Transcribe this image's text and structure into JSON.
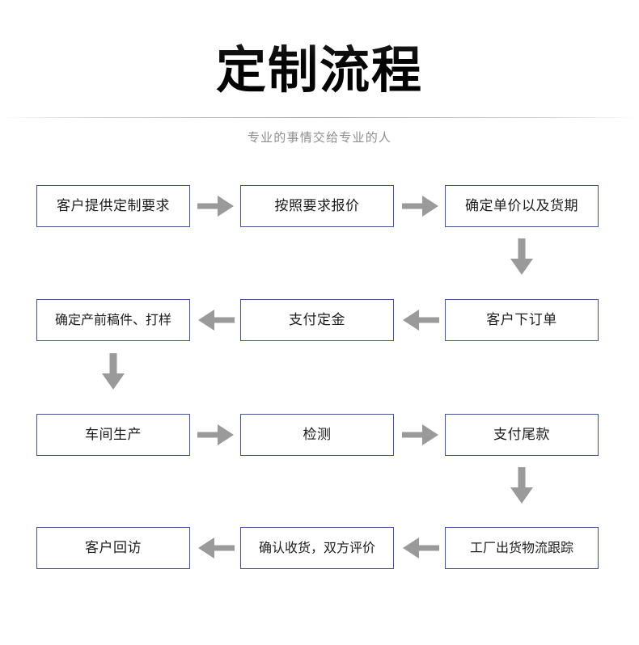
{
  "header": {
    "title": "定制流程",
    "subtitle": "专业的事情交给专业的人"
  },
  "colors": {
    "node_border": "#42578f",
    "node_background": "#ffffff",
    "arrow": "#9a9a9a",
    "title_text": "#000000",
    "subtitle_text": "#8d8d8d",
    "page_background": "#ffffff"
  },
  "flow": {
    "rows": [
      {
        "direction": "left-to-right",
        "nodes": [
          {
            "label": "客户提供定制要求"
          },
          {
            "label": "按照要求报价"
          },
          {
            "label": "确定单价以及货期"
          }
        ],
        "arrows": [
          "arrow-right-icon",
          "arrow-right-icon"
        ]
      },
      {
        "direction": "right-to-left",
        "nodes": [
          {
            "label": "确定产前稿件、打样"
          },
          {
            "label": "支付定金"
          },
          {
            "label": "客户下订单"
          }
        ],
        "arrows": [
          "arrow-left-icon",
          "arrow-left-icon"
        ]
      },
      {
        "direction": "left-to-right",
        "nodes": [
          {
            "label": "车间生产"
          },
          {
            "label": "检测"
          },
          {
            "label": "支付尾款"
          }
        ],
        "arrows": [
          "arrow-right-icon",
          "arrow-right-icon"
        ]
      },
      {
        "direction": "right-to-left",
        "nodes": [
          {
            "label": "客户回访"
          },
          {
            "label": "确认收货，双方评价"
          },
          {
            "label": "工厂出货物流跟踪"
          }
        ],
        "arrows": [
          "arrow-left-icon",
          "arrow-left-icon"
        ]
      }
    ],
    "connectors": [
      {
        "icon": "arrow-down-icon",
        "from_row": 1,
        "to_row": 2,
        "column": "right"
      },
      {
        "icon": "arrow-down-icon",
        "from_row": 2,
        "to_row": 3,
        "column": "left"
      },
      {
        "icon": "arrow-down-icon",
        "from_row": 3,
        "to_row": 4,
        "column": "right"
      }
    ]
  }
}
